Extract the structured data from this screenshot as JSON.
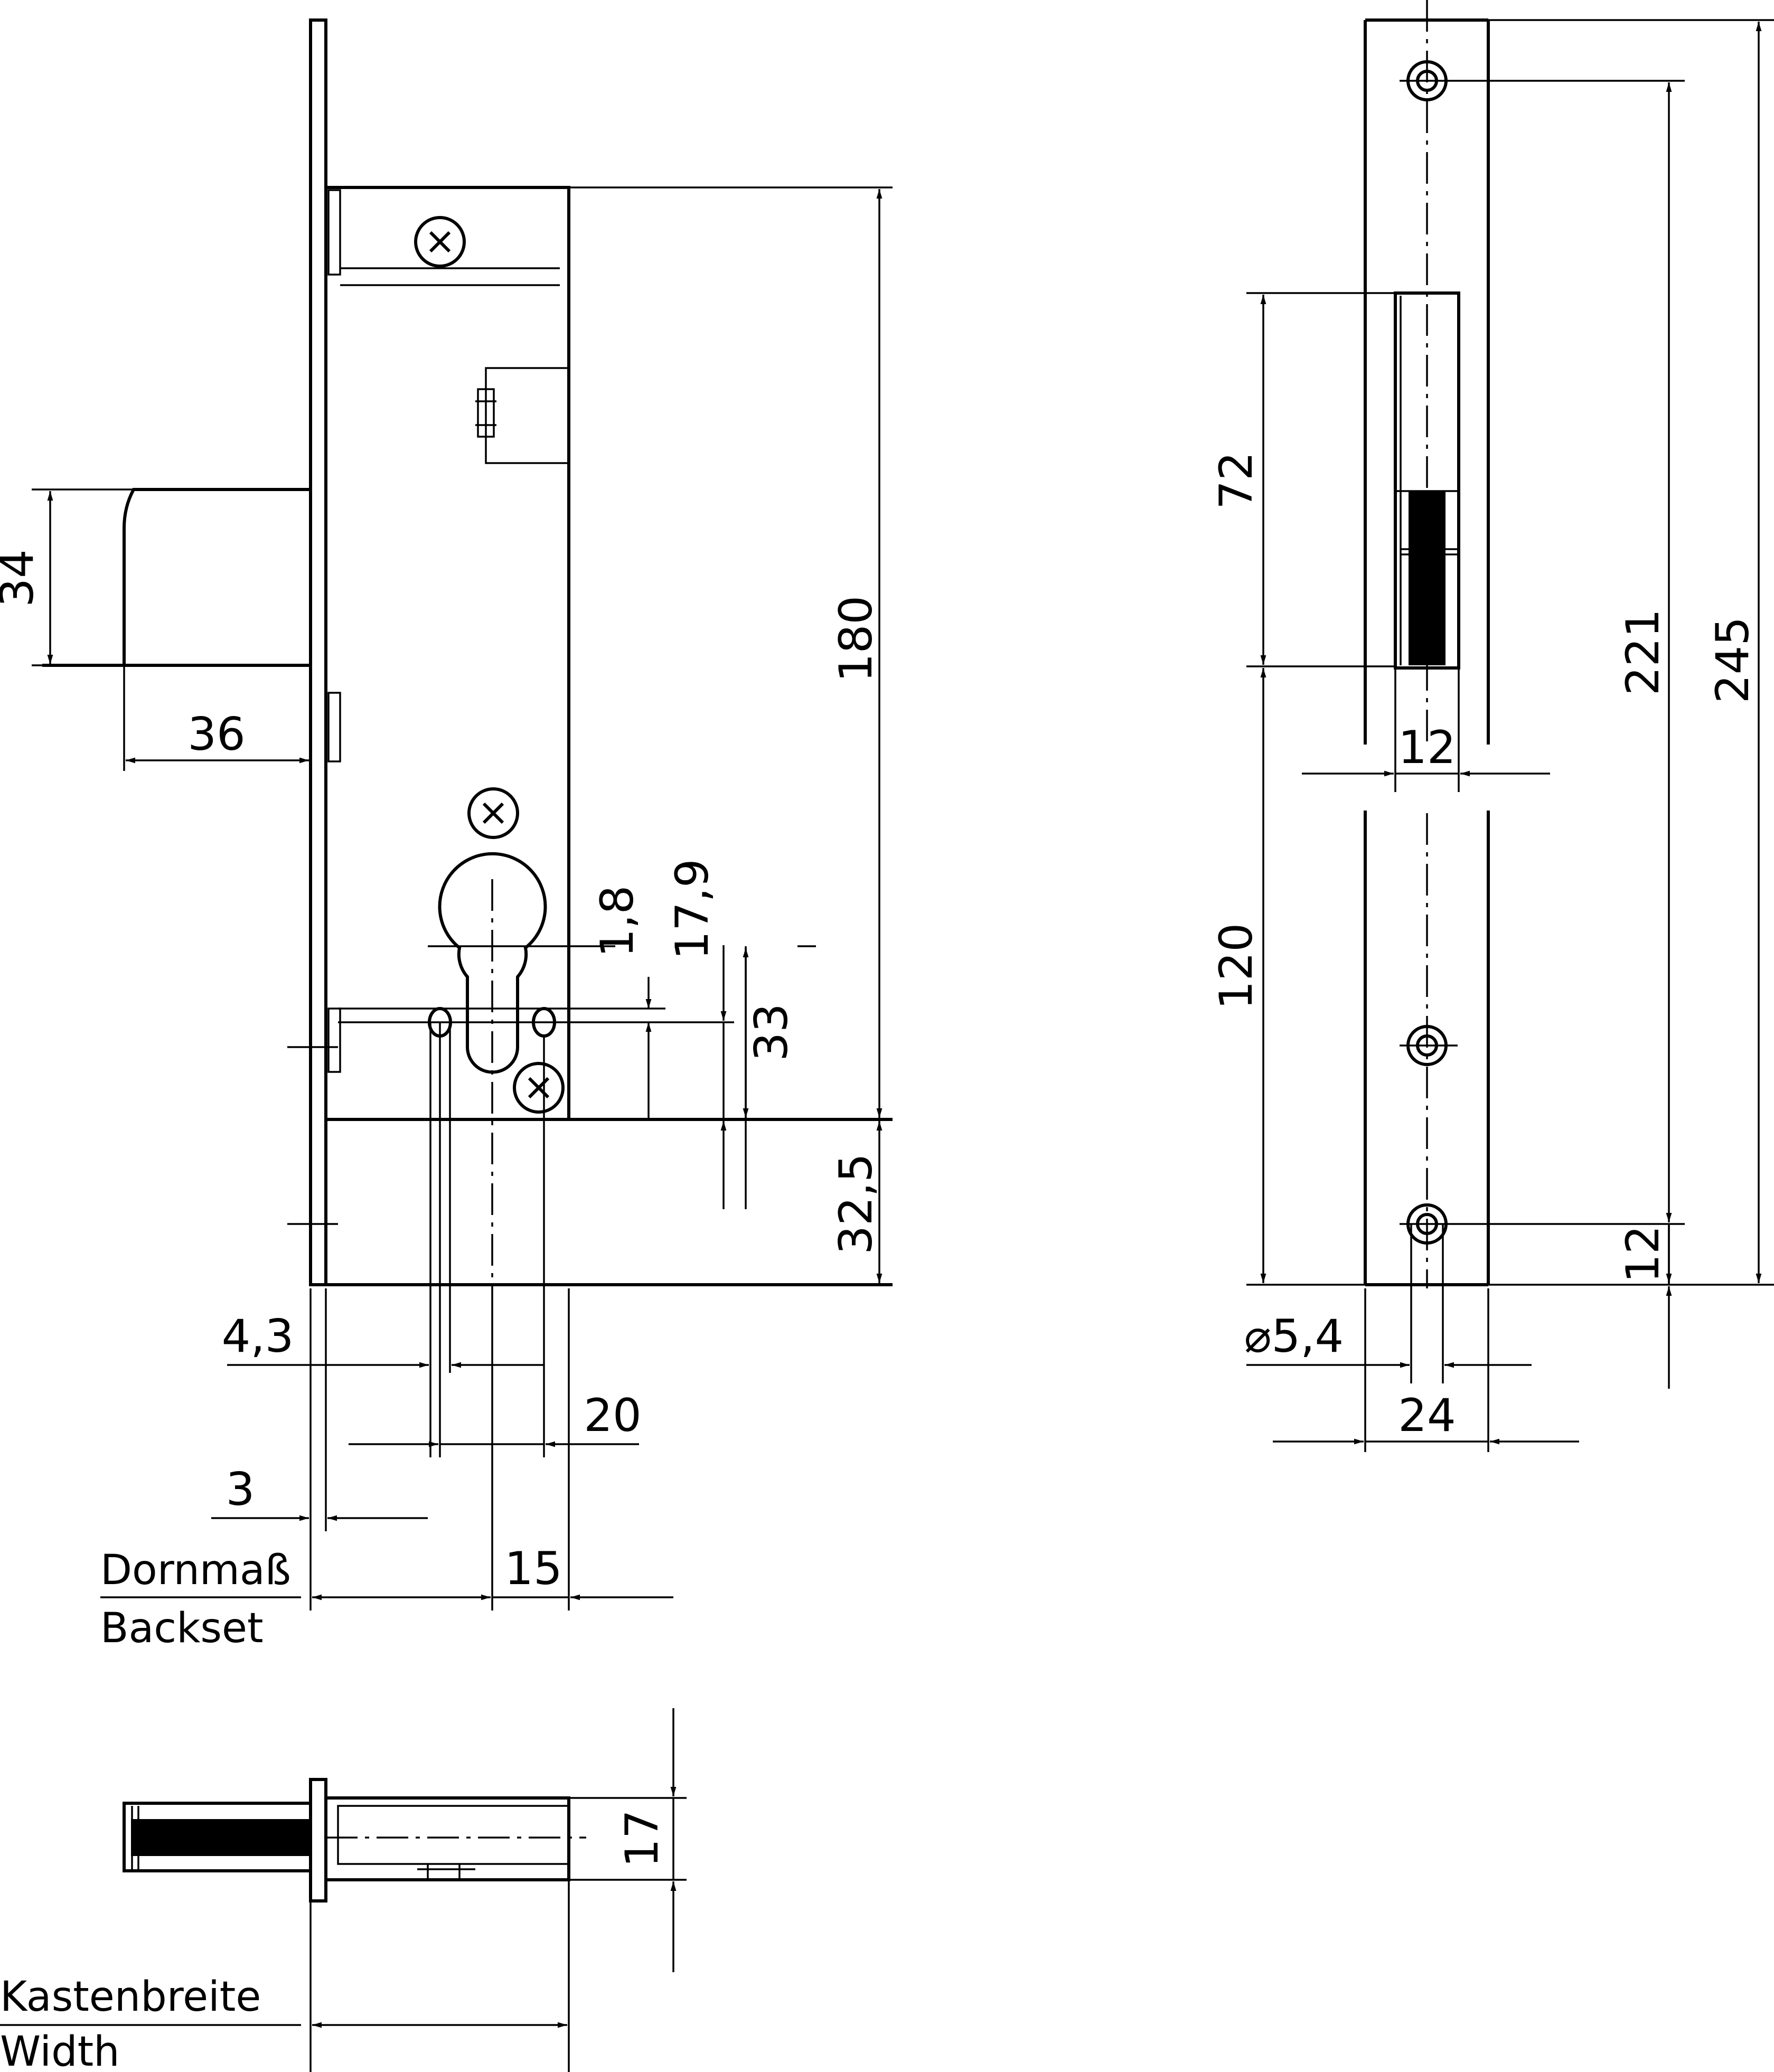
{
  "dimensions": {
    "d34": "34",
    "d36": "36",
    "d180": "180",
    "d1_8": "1,8",
    "d17_9": "17,9",
    "d33": "33",
    "d32_5": "32,5",
    "d4_3": "4,3",
    "d20": "20",
    "d3": "3",
    "d15": "15",
    "d17": "17",
    "d72": "72",
    "d12_width": "12",
    "d120": "120",
    "d221": "221",
    "d245": "245",
    "d12_bottom": "12",
    "d5_4": "⌀5,4",
    "d24": "24"
  },
  "labels": {
    "backset_de": "Dornmaß",
    "backset_en": "Backset",
    "width_de": "Kastenbreite",
    "width_en": "Width"
  }
}
